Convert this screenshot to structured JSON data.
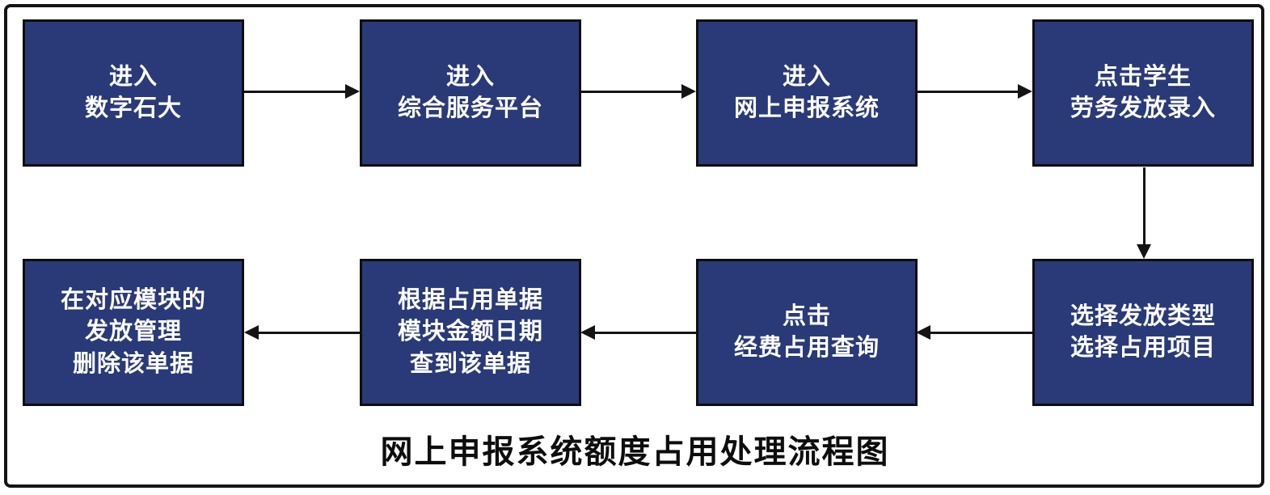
{
  "diagram": {
    "title": "网上申报系统额度占用处理流程图",
    "colors": {
      "node_fill": "#2A3A78",
      "node_border": "#0e0e0e",
      "node_text": "#ffffff",
      "arrow": "#141414",
      "frame_border": "#141414",
      "background": "#ffffff",
      "title_text": "#0d0d0d"
    },
    "nodes": [
      {
        "id": "step-1",
        "lines": [
          "进入",
          "数字石大"
        ]
      },
      {
        "id": "step-2",
        "lines": [
          "进入",
          "综合服务平台"
        ]
      },
      {
        "id": "step-3",
        "lines": [
          "进入",
          "网上申报系统"
        ]
      },
      {
        "id": "step-4",
        "lines": [
          "点击学生",
          "劳务发放录入"
        ]
      },
      {
        "id": "step-5",
        "lines": [
          "选择发放类型",
          "选择占用项目"
        ]
      },
      {
        "id": "step-6",
        "lines": [
          "点击",
          "经费占用查询"
        ]
      },
      {
        "id": "step-7",
        "lines": [
          "根据占用单据",
          "模块金额日期",
          "查到该单据"
        ]
      },
      {
        "id": "step-8",
        "lines": [
          "在对应模块的",
          "发放管理",
          "删除该单据"
        ]
      }
    ],
    "edges": [
      {
        "from": "step-1",
        "to": "step-2",
        "direction": "right"
      },
      {
        "from": "step-2",
        "to": "step-3",
        "direction": "right"
      },
      {
        "from": "step-3",
        "to": "step-4",
        "direction": "right"
      },
      {
        "from": "step-4",
        "to": "step-5",
        "direction": "down"
      },
      {
        "from": "step-5",
        "to": "step-6",
        "direction": "left"
      },
      {
        "from": "step-6",
        "to": "step-7",
        "direction": "left"
      },
      {
        "from": "step-7",
        "to": "step-8",
        "direction": "left"
      }
    ]
  }
}
